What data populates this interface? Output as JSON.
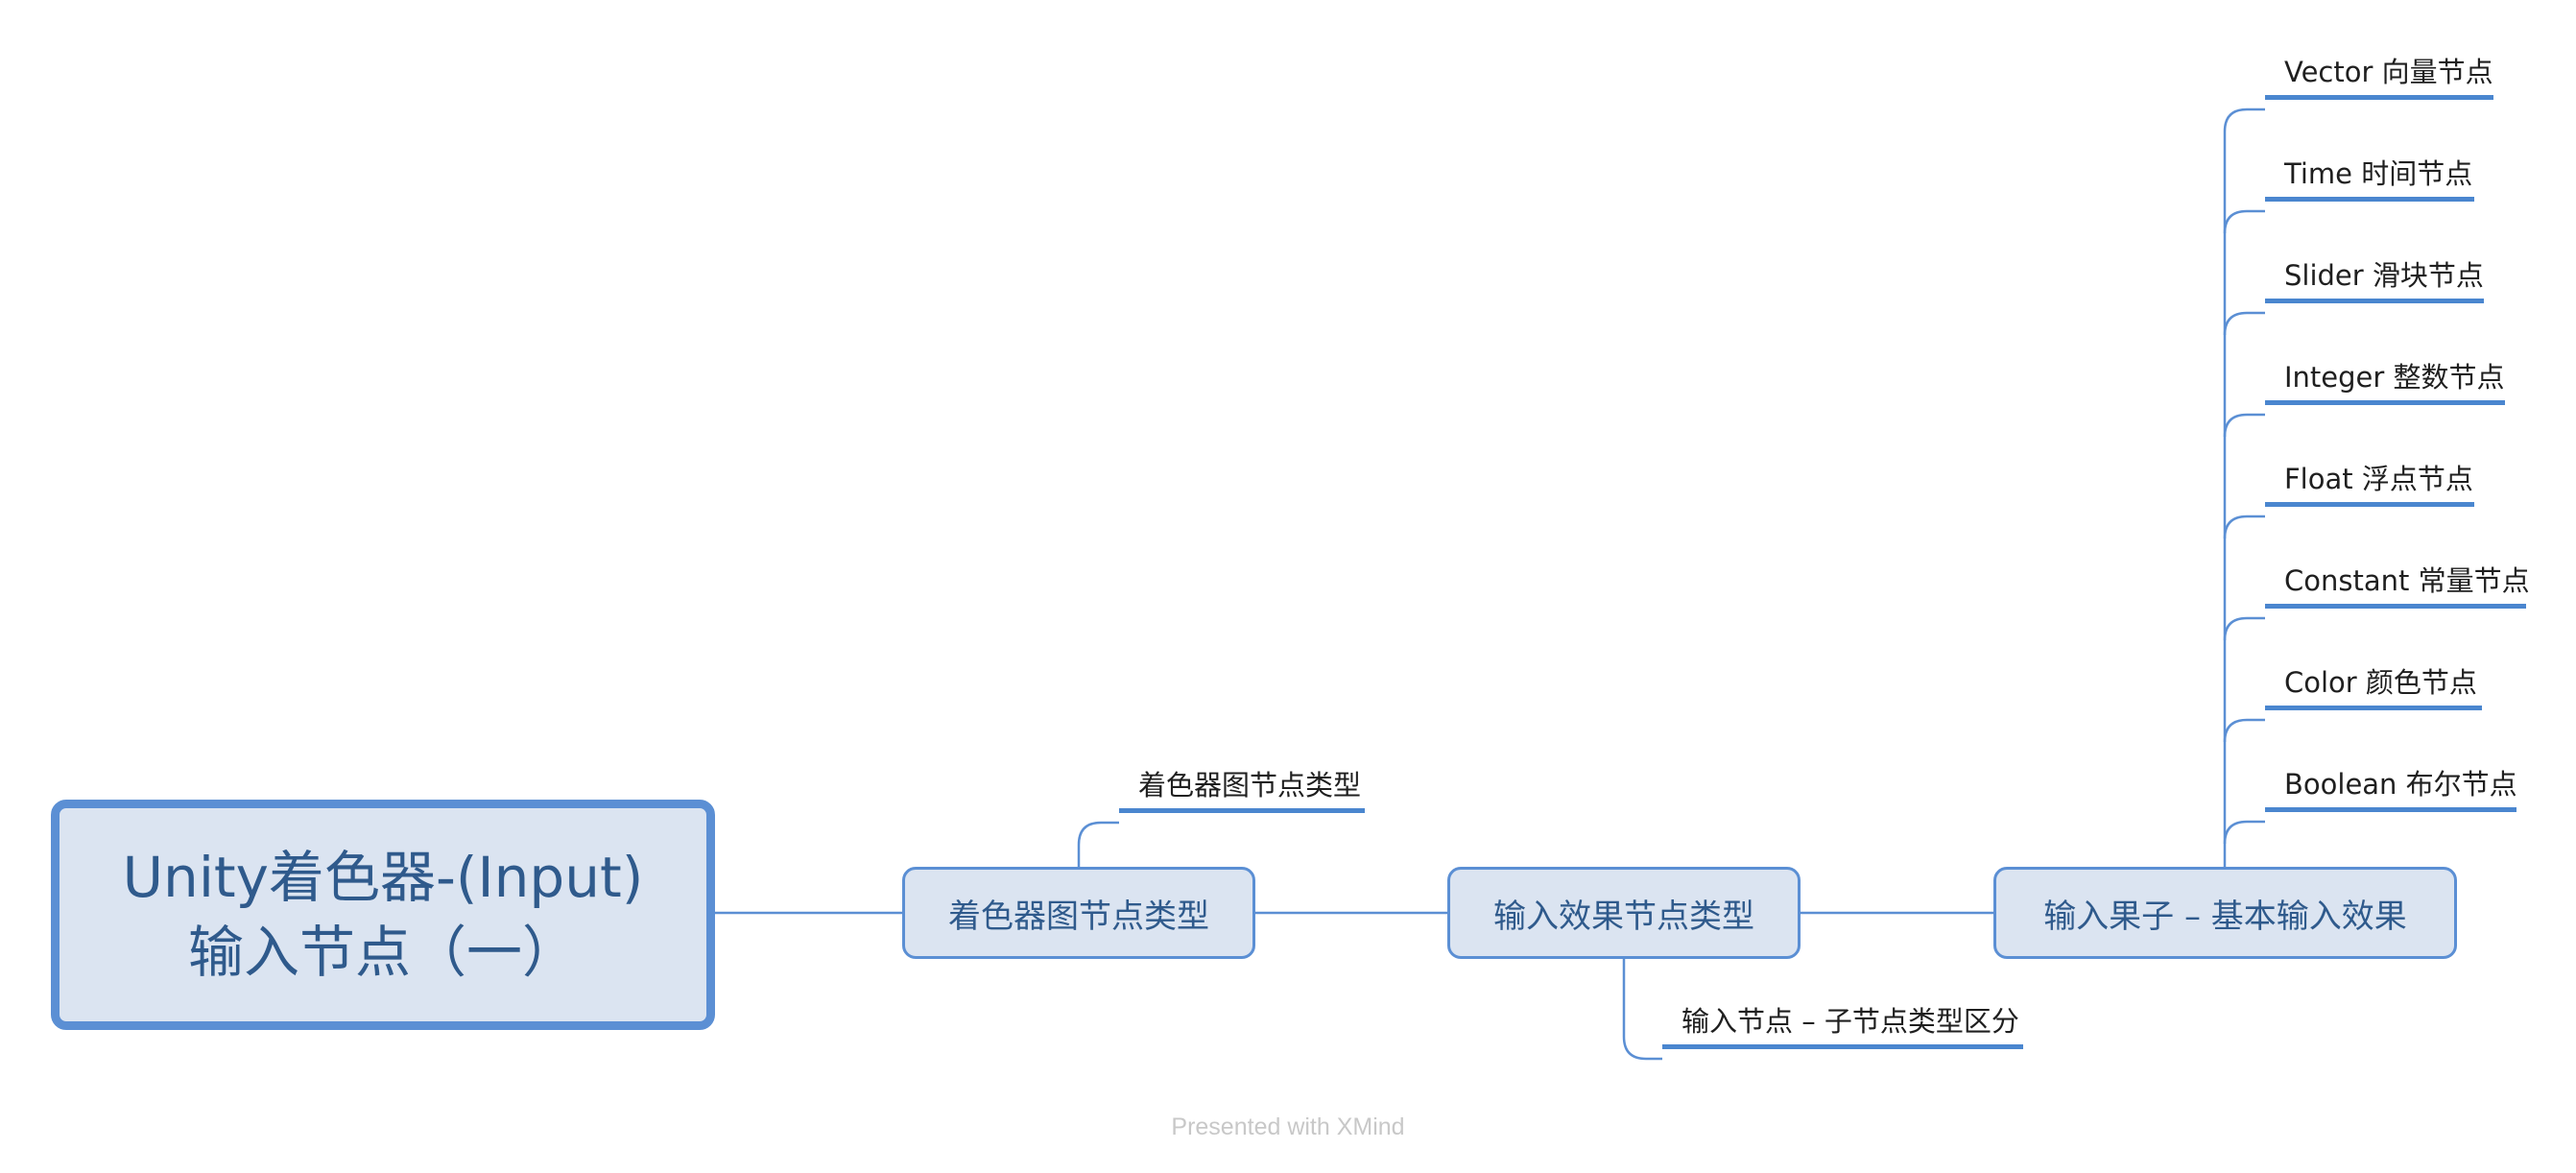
{
  "root": {
    "line1": "Unity着色器-(Input)",
    "line2": "输入节点（一）"
  },
  "branches": {
    "shader_types": {
      "label": "着色器图节点类型",
      "children": [
        "着色器图节点类型"
      ]
    },
    "input_effect_types": {
      "label": "输入效果节点类型",
      "children": [
        "输入节点 – 子节点类型区分"
      ]
    },
    "input_fruit": {
      "label": "输入果子 – 基本输入效果",
      "children": [
        "Vector 向量节点",
        "Time 时间节点",
        "Slider 滑块节点",
        "Integer 整数节点",
        "Float 浮点节点",
        "Constant 常量节点",
        "Color 颜色节点",
        "Boolean 布尔节点"
      ]
    }
  },
  "watermark": "Presented with XMind",
  "colors": {
    "line": "#5b8fd4",
    "node_fill": "#dbe4f1",
    "node_text": "#2f5a8c",
    "leaf_underline": "#4a86cf"
  }
}
